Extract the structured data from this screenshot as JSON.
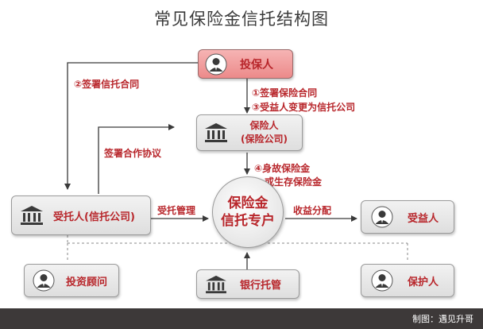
{
  "title": "常见保险金信托结构图",
  "nodes": {
    "policyholder": "投保人",
    "insurer_line1": "保险人",
    "insurer_line2": "(保险公司)",
    "trustee": "受托人(信托公司)",
    "fund_line1": "保险金",
    "fund_line2": "信托专户",
    "beneficiary": "受益人",
    "advisor": "投资顾问",
    "custodian": "银行托管",
    "protector": "保护人"
  },
  "edges": {
    "sign_trust": "②签署信托合同",
    "sign_insurance": "①签署保险合同",
    "change_beneficiary": "③受益人变更为信托公司",
    "sign_cooperation": "签署合作协议",
    "death_line1": "④身故保险金",
    "death_line2": "或生存保险金",
    "trust_management": "受托管理",
    "income_distribution": "收益分配"
  },
  "footer": "制图：遇见升哥",
  "colors": {
    "accent": "#b8262b",
    "policyholder_fill": "#ec8a8a",
    "footer_bg": "#3d3939",
    "node_fill": "#e4e4e4"
  },
  "icons": [
    "person-icon",
    "bank-icon"
  ]
}
